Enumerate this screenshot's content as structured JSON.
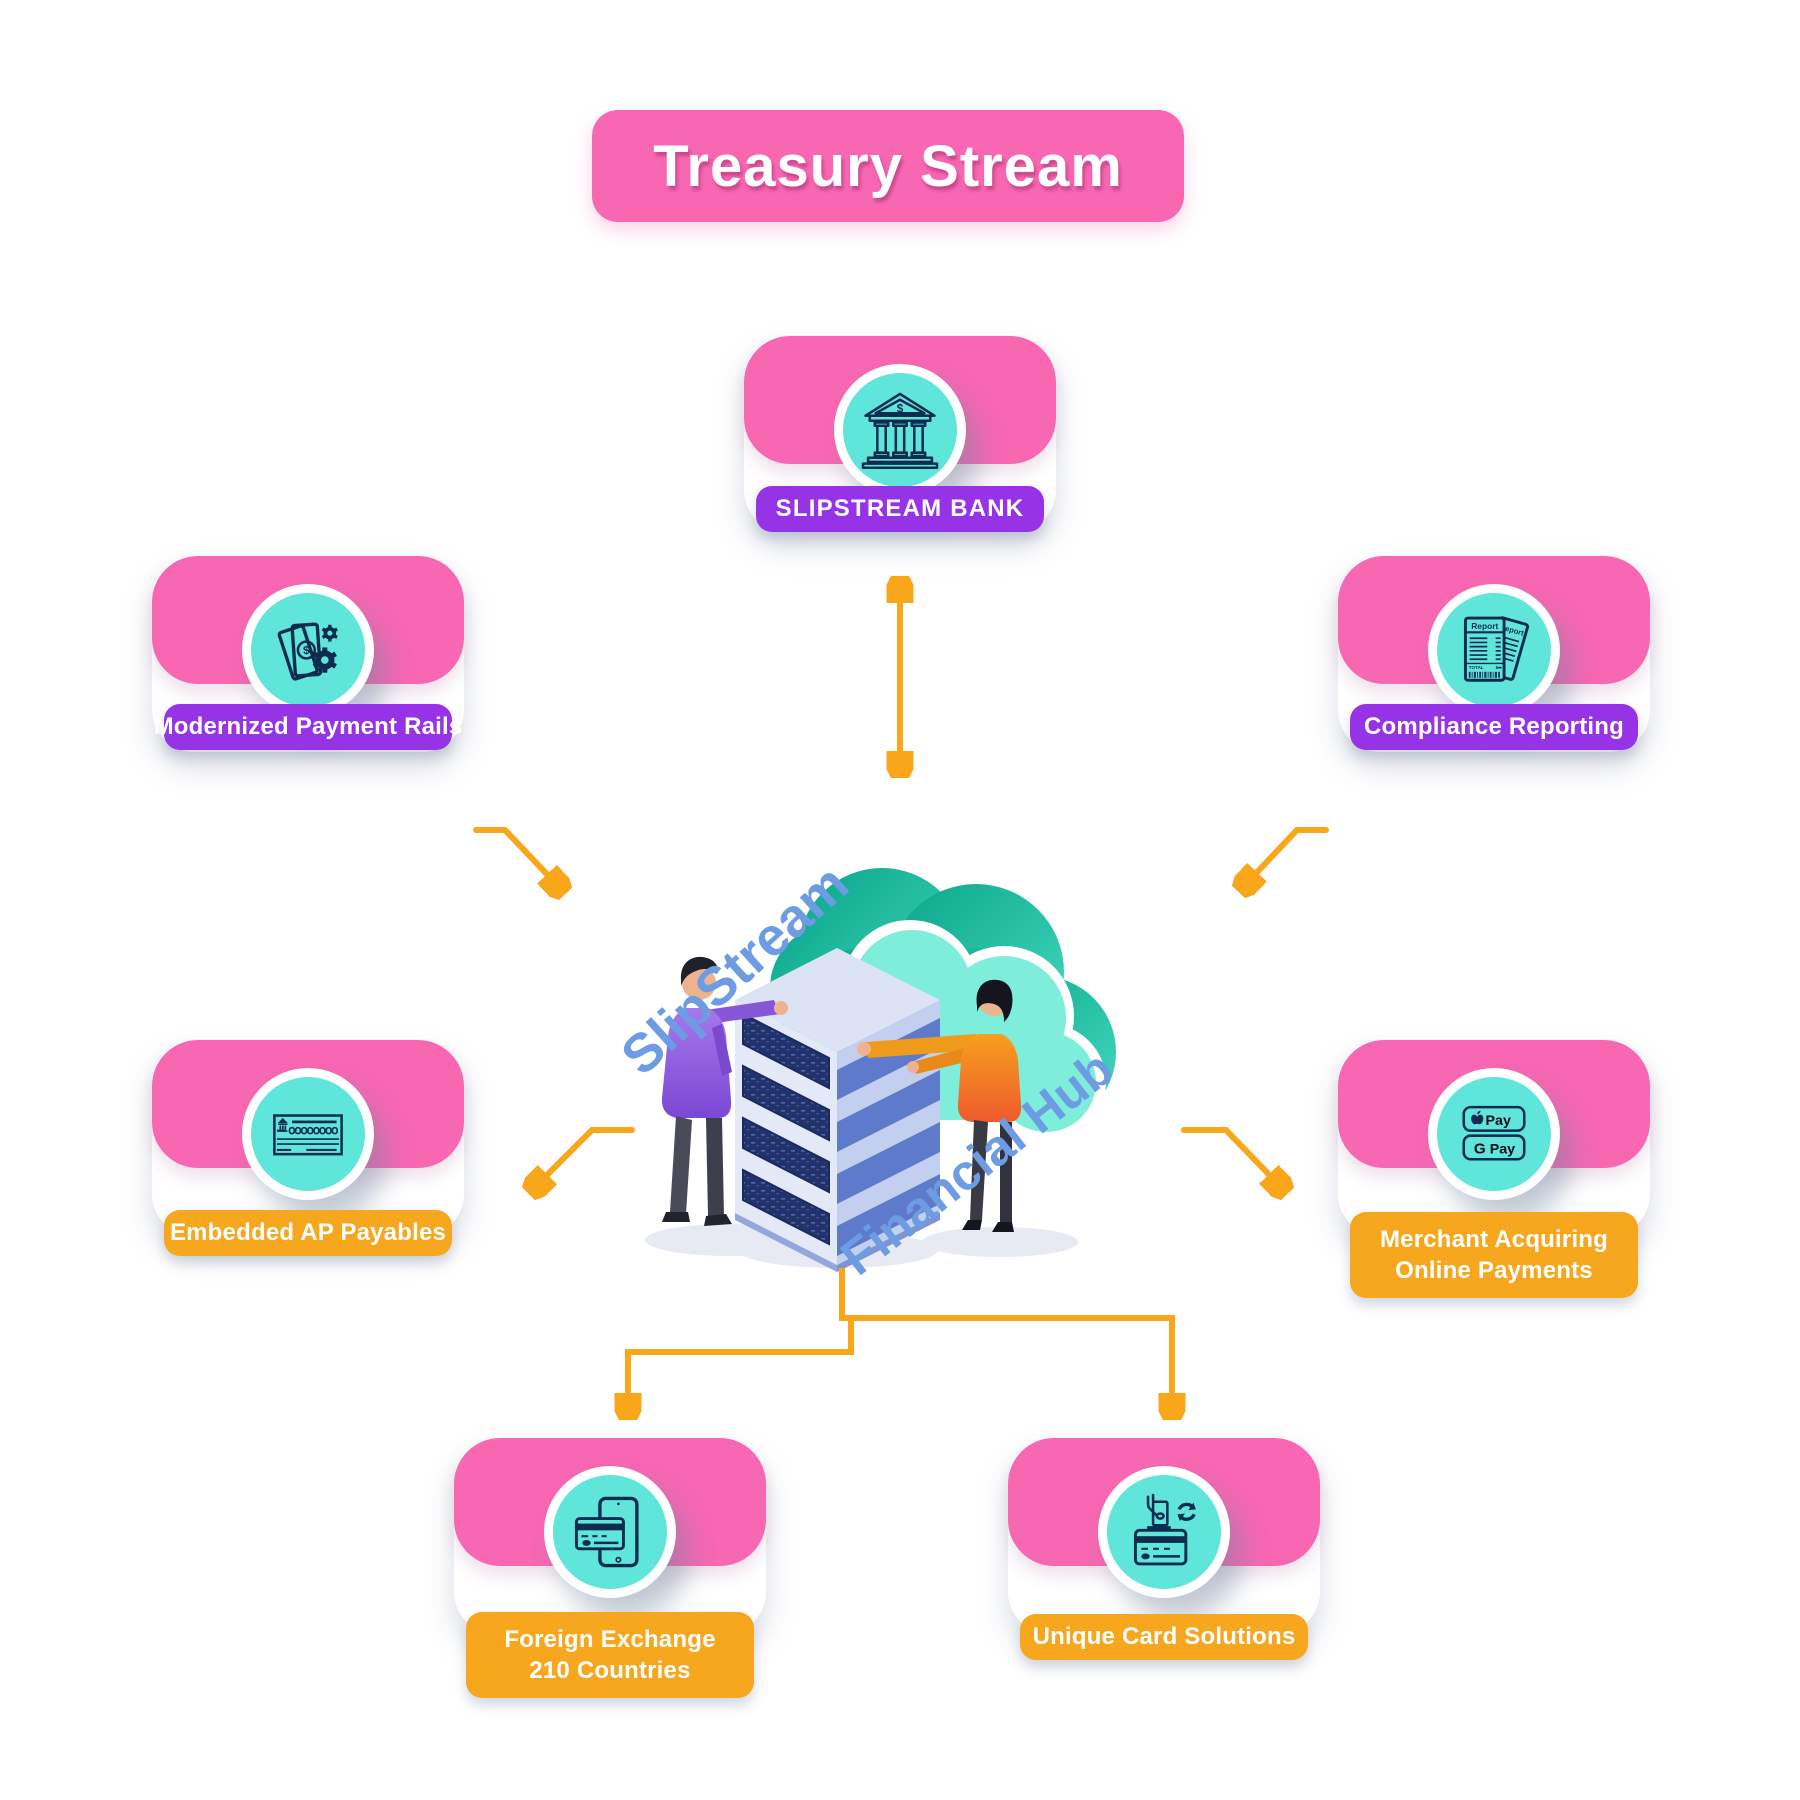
{
  "title": "Treasury Stream",
  "center": {
    "label_top": "SlipStream",
    "label_bottom": "Financial Hub"
  },
  "nodes": [
    {
      "id": "slipstream-bank",
      "label": "SLIPSTREAM BANK",
      "icon": "bank-icon",
      "pill_color": "#9633E6"
    },
    {
      "id": "modernized-payment-rails",
      "label": "Modernized Payment Rails",
      "icon": "banknotes-gears-icon",
      "pill_color": "#9633E6"
    },
    {
      "id": "compliance-reporting",
      "label": "Compliance Reporting",
      "icon": "report-receipts-icon",
      "pill_color": "#9633E6"
    },
    {
      "id": "embedded-ap-payables",
      "label": "Embedded AP Payables",
      "icon": "cheque-icon",
      "pill_color": "#F6A71E"
    },
    {
      "id": "merchant-acquiring-online-payments",
      "label": "Merchant Acquiring",
      "label2": "Online Payments",
      "icon": "apple-google-pay-icon",
      "pill_color": "#F6A71E"
    },
    {
      "id": "foreign-exchange-210-countries",
      "label": "Foreign Exchange",
      "label2": "210 Countries",
      "icon": "card-phone-icon",
      "pill_color": "#F6A71E"
    },
    {
      "id": "unique-card-solutions",
      "label": "Unique Card Solutions",
      "icon": "card-deposit-icon",
      "pill_color": "#F6A71E"
    }
  ],
  "icon_text": {
    "dollar": "$",
    "report_title": "Report",
    "report_total": "TOTAL",
    "apple_pay_word": "Pay",
    "google_g": "G",
    "google_pay_word": "Pay"
  },
  "colors": {
    "pink": "#F767B2",
    "purple": "#9633E6",
    "orange": "#F6A71E",
    "arrow": "#F9A61B",
    "cyan": "#5FE5DA",
    "blue_text": "#6D9CE3",
    "icon_stroke": "#0E2C50",
    "teal_dark": "#0AA58B",
    "teal_light": "#7EEDD9"
  }
}
